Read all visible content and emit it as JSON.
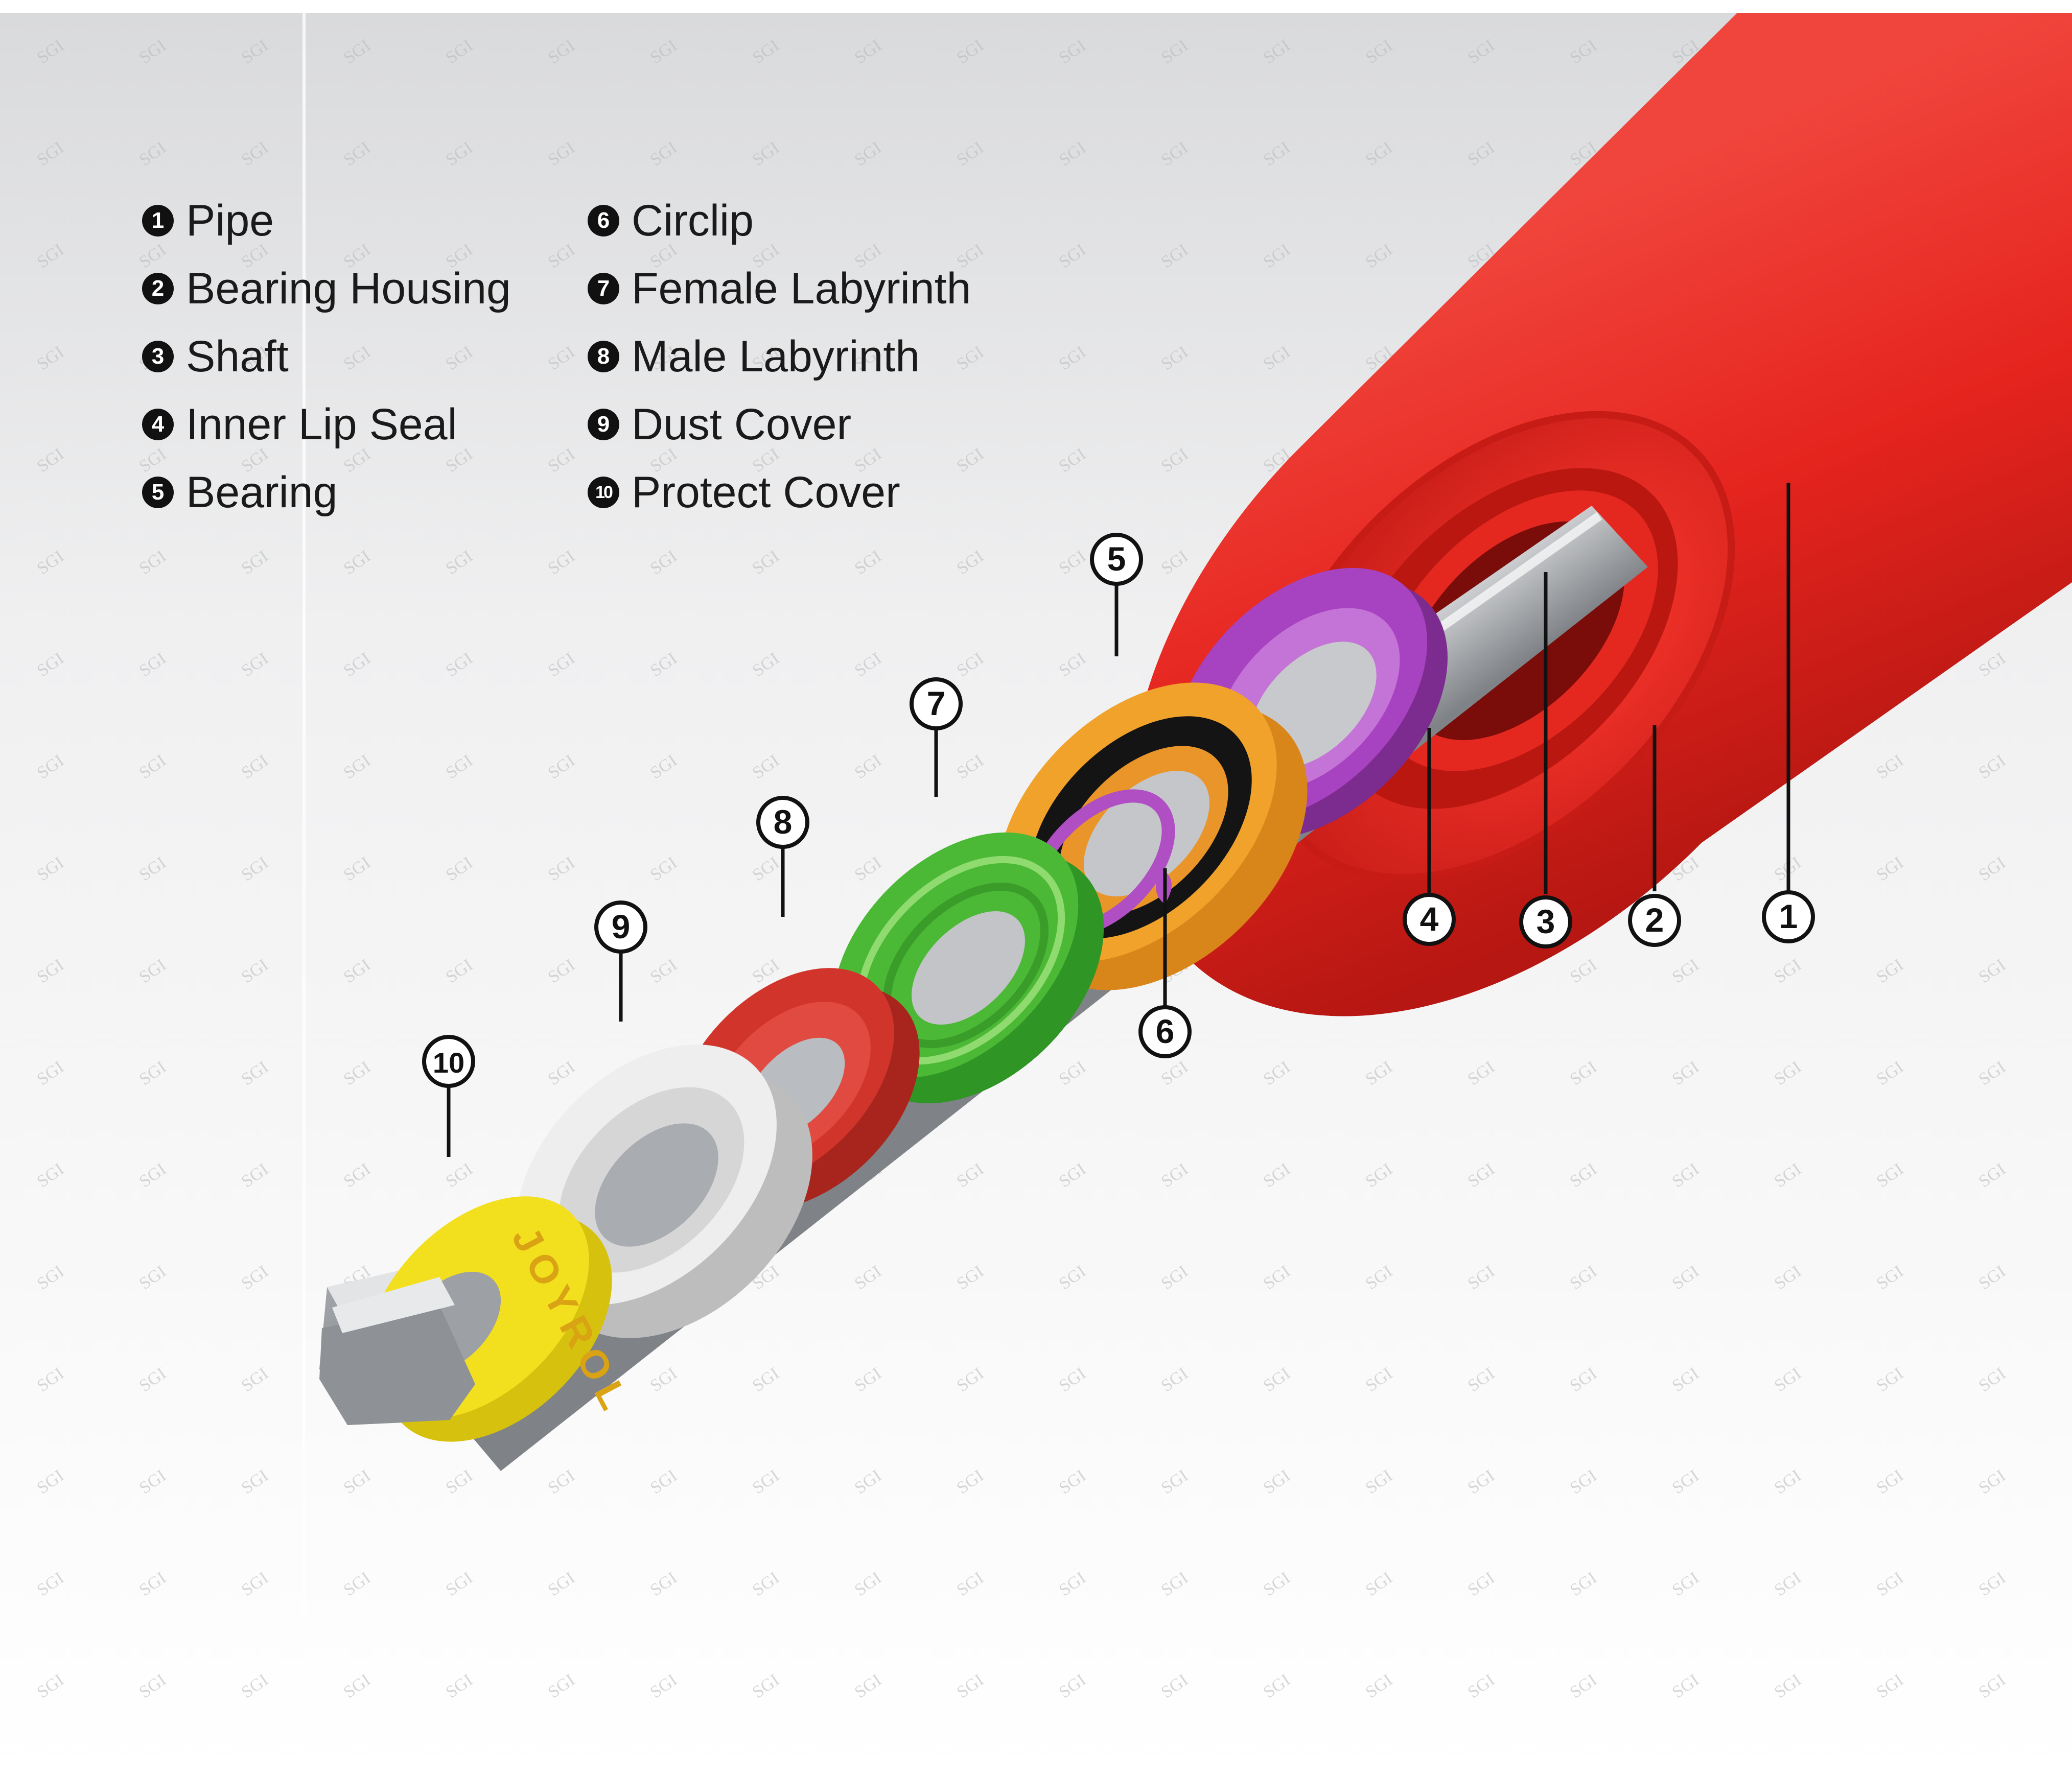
{
  "legend": [
    {
      "num": "1",
      "label": "Pipe"
    },
    {
      "num": "2",
      "label": "Bearing Housing"
    },
    {
      "num": "3",
      "label": "Shaft"
    },
    {
      "num": "4",
      "label": "Inner Lip Seal"
    },
    {
      "num": "5",
      "label": "Bearing"
    },
    {
      "num": "6",
      "label": "Circlip"
    },
    {
      "num": "7",
      "label": "Female Labyrinth"
    },
    {
      "num": "8",
      "label": "Male Labyrinth"
    },
    {
      "num": "9",
      "label": "Dust Cover"
    },
    {
      "num": "10",
      "label": "Protect Cover"
    }
  ],
  "callouts": [
    "1",
    "2",
    "3",
    "4",
    "5",
    "6",
    "7",
    "8",
    "9",
    "10"
  ],
  "brand_text": "JOYROL",
  "watermark_text": "SGI",
  "colors": {
    "pipe": "#e5241e",
    "bearing_housing": "#c61d17",
    "shaft": "#b9bcc0",
    "inner_lip_seal": "#a742c0",
    "bearing": "#f0a22a",
    "circlip": "#b04ec4",
    "female_labyrinth": "#4bb936",
    "male_labyrinth": "#d1342b",
    "dust_cover": "#e2e2e2",
    "protect_cover": "#f2df1e"
  }
}
